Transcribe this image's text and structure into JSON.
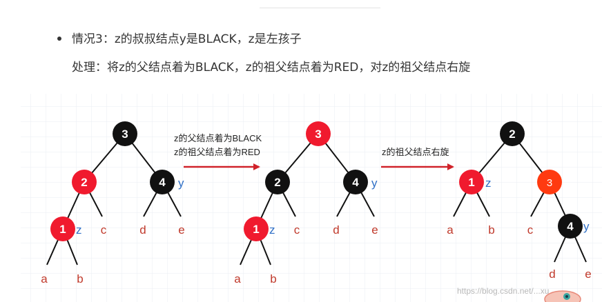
{
  "text": {
    "line1": "情况3：z的叔叔结点y是BLACK，z是左孩子",
    "line2": "处理：将z的父结点着为BLACK，z的祖父结点着为RED，对z的祖父结点右旋"
  },
  "arrows": [
    {
      "line1": "z的父结点着为BLACK",
      "line2": "z的祖父结点着为RED"
    },
    {
      "line1": "z的祖父结点右旋"
    }
  ],
  "trees": [
    {
      "nodes": [
        {
          "id": "t1-n3",
          "label": "3",
          "color": "black"
        },
        {
          "id": "t1-n2",
          "label": "2",
          "color": "red"
        },
        {
          "id": "t1-n4",
          "label": "4",
          "color": "black",
          "tag": "y"
        },
        {
          "id": "t1-n1",
          "label": "1",
          "color": "red",
          "tag": "z"
        }
      ],
      "leaves": [
        "a",
        "b",
        "c",
        "d",
        "e"
      ]
    },
    {
      "nodes": [
        {
          "id": "t2-n3",
          "label": "3",
          "color": "red"
        },
        {
          "id": "t2-n2",
          "label": "2",
          "color": "black"
        },
        {
          "id": "t2-n4",
          "label": "4",
          "color": "black",
          "tag": "y"
        },
        {
          "id": "t2-n1",
          "label": "1",
          "color": "red",
          "tag": "z"
        }
      ],
      "leaves": [
        "a",
        "b",
        "c",
        "d",
        "e"
      ]
    },
    {
      "nodes": [
        {
          "id": "t3-n2",
          "label": "2",
          "color": "black"
        },
        {
          "id": "t3-n1",
          "label": "1",
          "color": "red",
          "tag": "z"
        },
        {
          "id": "t3-n3",
          "label": "3",
          "color": "orange-red"
        },
        {
          "id": "t3-n4",
          "label": "4",
          "color": "black",
          "tag": "y"
        }
      ],
      "leaves": [
        "a",
        "b",
        "c",
        "d",
        "e"
      ]
    }
  ],
  "colors": {
    "black_node": "#111111",
    "red_node": "#f01a2e",
    "orange_red_node": "#ff3a10",
    "arrow": "#d0222a",
    "tag": "#2f6fc6",
    "leaf": "#c0392b"
  },
  "watermark": "https://blog.csdn.net/...xu"
}
